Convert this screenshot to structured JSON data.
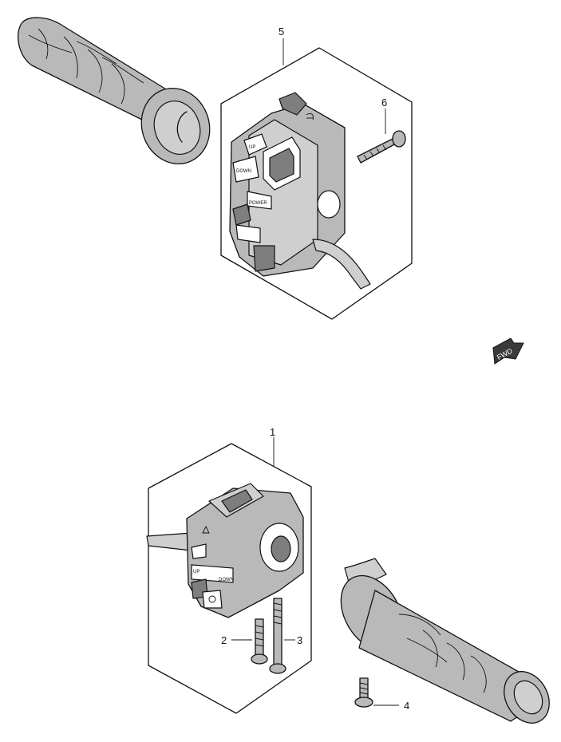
{
  "callouts": [
    {
      "id": "1",
      "label": "1"
    },
    {
      "id": "2",
      "label": "2"
    },
    {
      "id": "3",
      "label": "3"
    },
    {
      "id": "4",
      "label": "4"
    },
    {
      "id": "5",
      "label": "5"
    },
    {
      "id": "6",
      "label": "6"
    }
  ],
  "switch_labels": {
    "up": "UP",
    "down": "DOWN",
    "power": "POWER",
    "lower_up": "UP",
    "lower_down": "DOWN"
  },
  "fwd_label": "FWD",
  "colors": {
    "line": "#111111",
    "part_fill": "#b9b9b9",
    "part_dark": "#7e7e7e",
    "background": "#ffffff"
  }
}
